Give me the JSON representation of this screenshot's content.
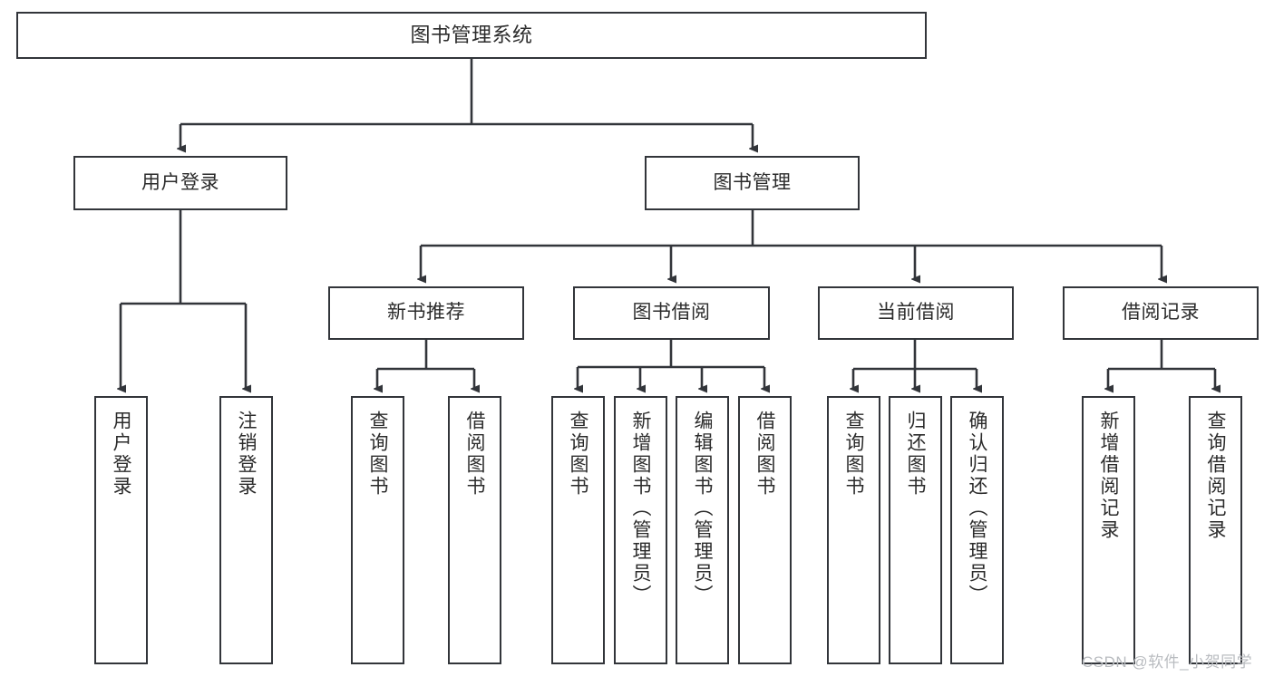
{
  "diagram": {
    "title": "图书管理系统",
    "type": "hierarchy-tree",
    "root": {
      "id": "root",
      "label": "图书管理系统"
    },
    "level1": [
      {
        "id": "user-login",
        "label": "用户登录"
      },
      {
        "id": "book-manage",
        "label": "图书管理"
      }
    ],
    "level2": [
      {
        "id": "new-book-recommend",
        "label": "新书推荐",
        "parent": "book-manage"
      },
      {
        "id": "book-borrow",
        "label": "图书借阅",
        "parent": "book-manage"
      },
      {
        "id": "current-borrow",
        "label": "当前借阅",
        "parent": "book-manage"
      },
      {
        "id": "borrow-record",
        "label": "借阅记录",
        "parent": "book-manage"
      }
    ],
    "leaves": [
      {
        "id": "leaf-user-login",
        "label": "用户登录",
        "parent": "user-login"
      },
      {
        "id": "leaf-logout-login",
        "label": "注销登录",
        "parent": "user-login"
      },
      {
        "id": "leaf-query-book-1",
        "label": "查询图书",
        "parent": "new-book-recommend"
      },
      {
        "id": "leaf-borrow-book-1",
        "label": "借阅图书",
        "parent": "new-book-recommend"
      },
      {
        "id": "leaf-query-book-2",
        "label": "查询图书",
        "parent": "book-borrow"
      },
      {
        "id": "leaf-add-book",
        "label": "新增图书（管理员）",
        "parent": "book-borrow"
      },
      {
        "id": "leaf-edit-book",
        "label": "编辑图书（管理员）",
        "parent": "book-borrow"
      },
      {
        "id": "leaf-borrow-book-2",
        "label": "借阅图书",
        "parent": "book-borrow"
      },
      {
        "id": "leaf-query-book-3",
        "label": "查询图书",
        "parent": "current-borrow"
      },
      {
        "id": "leaf-return-book",
        "label": "归还图书",
        "parent": "current-borrow"
      },
      {
        "id": "leaf-confirm-return",
        "label": "确认归还（管理员）",
        "parent": "current-borrow"
      },
      {
        "id": "leaf-add-record",
        "label": "新增借阅记录",
        "parent": "borrow-record"
      },
      {
        "id": "leaf-query-record",
        "label": "查询借阅记录",
        "parent": "borrow-record"
      }
    ]
  },
  "watermark": {
    "text": "CSDN @软件_小贺同学"
  },
  "colors": {
    "stroke": "#32353a",
    "text": "#2b2b2b",
    "background": "#ffffff",
    "watermark": "#b9bcc0"
  }
}
